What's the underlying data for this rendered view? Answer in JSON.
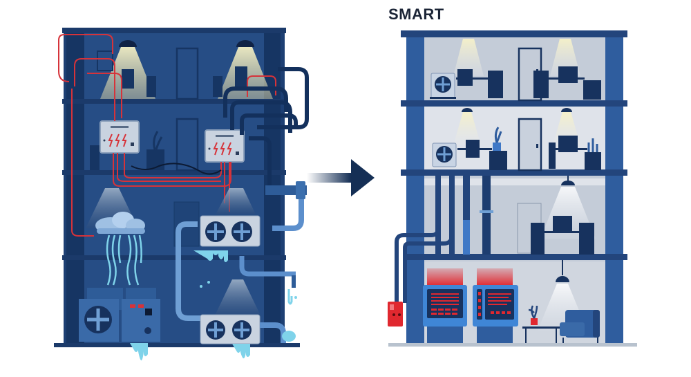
{
  "title": "SMART",
  "colors": {
    "dark_building": "#1d3f73",
    "dark_building_inner": "#264d85",
    "dark_column": "#16335f",
    "smart_frame": "#2f5d9e",
    "smart_slab": "#23457c",
    "smart_room": "#c4ccd8",
    "smart_room_light": "#dfe3ea",
    "furniture": "#17325e",
    "wire_red": "#d6333a",
    "water": "#7fd3ea",
    "pipe": "#6f9fd4",
    "light_cone": "#e9e5b8",
    "arrow": "#152f55",
    "alert_red": "#e0282f",
    "panel_blue": "#3f86d6"
  },
  "left_building": {
    "label": "legacy-building",
    "electrical_panels": 2,
    "leaking_fan_units": 3,
    "hvac_units": 2
  },
  "right_building": {
    "label": "smart-building",
    "floors": 4,
    "control_panels": 2
  }
}
